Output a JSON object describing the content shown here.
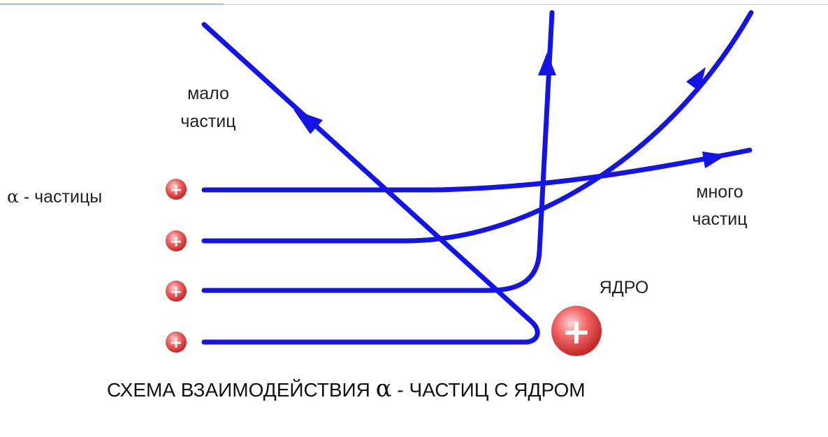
{
  "labels": {
    "few_line1": "мало",
    "few_line2": "частиц",
    "alpha_symbol": "α",
    "alpha_text": " - частицы",
    "many_line1": "много",
    "many_line2": "частиц",
    "nucleus": "ЯДРО",
    "caption_part1": "СХЕМА ВЗАИМОДЕЙСТВИЯ ",
    "caption_alpha": "α",
    "caption_part2": " - ЧАСТИЦ С ЯДРОМ"
  },
  "particle_charge": "+",
  "nucleus_charge": "+",
  "colors": {
    "trajectory": "#1414e6",
    "particle": "#e84a4a",
    "text": "#222222"
  }
}
